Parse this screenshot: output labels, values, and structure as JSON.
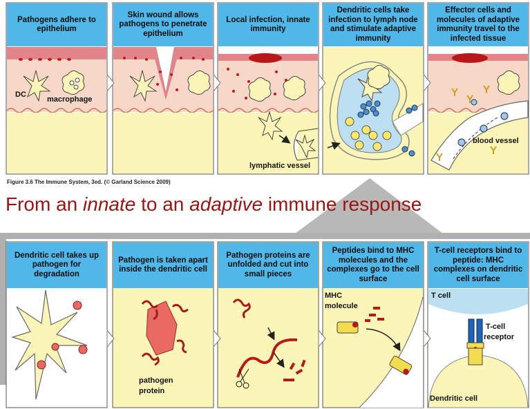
{
  "top_panels": [
    {
      "title": "Pathogens adhere to epithelium"
    },
    {
      "title": "Skin wound allows pathogens to penetrate epithelium"
    },
    {
      "title": "Local infection, innate immunity"
    },
    {
      "title": "Dendritic cells take infection to lymph node and stimulate adaptive immunity"
    },
    {
      "title": "Effector cells and molecules of adaptive immunity travel to the infected tissue"
    }
  ],
  "bottom_panels": [
    {
      "title": "Dendritic cell takes up pathogen for degradation"
    },
    {
      "title": "Pathogen is taken apart inside the dendritic cell"
    },
    {
      "title": "Pathogen proteins are unfolded and cut into small pieces"
    },
    {
      "title": "Peptides bind to MHC molecules and the complexes go to the cell surface"
    },
    {
      "title": "T-cell receptors bind to peptide: MHC complexes on dendritic cell surface"
    }
  ],
  "labels": {
    "dc": "DC",
    "macrophage": "macrophage",
    "lymphatic_vessel": "lymphatic vessel",
    "blood_vessel": "blood vessel",
    "pathogen_protein_1": "pathogen",
    "pathogen_protein_2": "protein",
    "mhc_1": "MHC",
    "mhc_2": "molecule",
    "t_cell": "T cell",
    "tcr_1": "T-cell",
    "tcr_2": "receptor",
    "dendritic_cell": "Dendritic cell"
  },
  "caption": "Figure 3.6 The Immune System, 3ed. (© Garland Science 2009)",
  "headline": {
    "p1": "From an ",
    "innate": "innate",
    "p2": " to an ",
    "adaptive": "adaptive",
    "p3": " immune response"
  },
  "colors": {
    "header_blue": "#4fb8e8",
    "skin_pink": "#f6d7c8",
    "epithelium_red": "#e2858a",
    "pale_yellow": "#fbf6b8",
    "lymph_blue": "#bcdff2",
    "pathogen_red": "#c7171c",
    "headline_red": "#9a1512",
    "grey_bar": "#aaaaaa"
  }
}
